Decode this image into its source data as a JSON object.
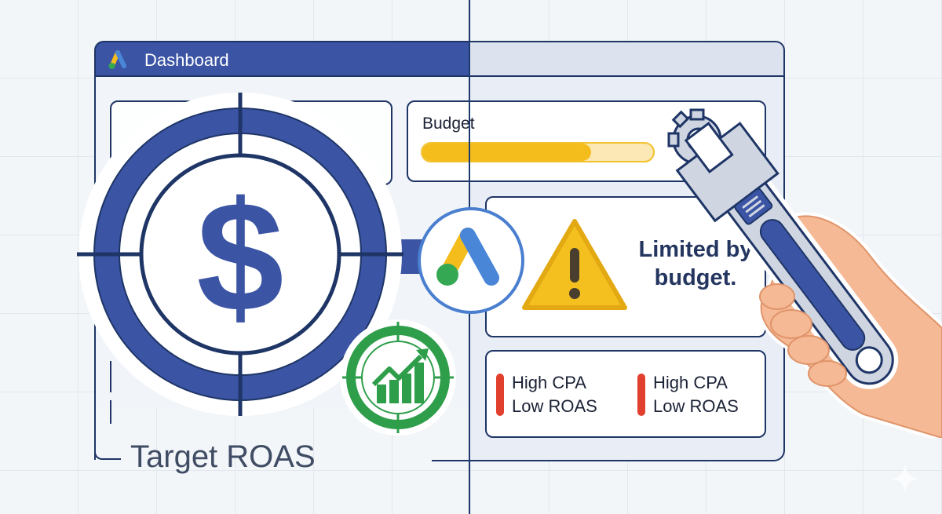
{
  "window": {
    "title": "Dashboard",
    "logo_icon": "google-ads-logo-icon"
  },
  "budget_card": {
    "label": "Budget",
    "progress_percent": 73,
    "colors": {
      "fill": "#f4bd1c",
      "track": "#fbe8b4"
    }
  },
  "warning_card": {
    "icon": "warning-triangle-icon",
    "message_line1": "Limited by",
    "message_line2": "budget.",
    "colors": {
      "icon": "#f4c01f"
    }
  },
  "alerts": [
    {
      "line1": "High CPA",
      "line2": "Low ROAS",
      "indicator_color": "#e2402f"
    },
    {
      "line1": "High CPA",
      "line2": "Low ROAS",
      "indicator_color": "#e2402f"
    }
  ],
  "target": {
    "label": "Target ROAS",
    "icon": "dollar-target-icon",
    "colors": {
      "ring": "#3b54a4"
    }
  },
  "badges": {
    "ads_logo": "google-ads-logo-icon",
    "growth": "growth-chart-target-icon",
    "growth_color": "#2e9e4a"
  },
  "tool": {
    "icon": "wrench-hand-icon",
    "gear": "gear-icon"
  },
  "colors": {
    "brand_blue": "#3b54a4",
    "outline": "#1e3566",
    "background": "#f3f6f9"
  }
}
